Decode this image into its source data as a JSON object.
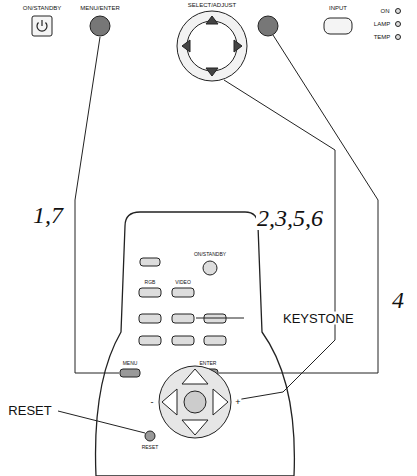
{
  "diagram": {
    "labels": [
      "ON/STANDBY",
      "MENU/ENTER",
      "SELECT/ADJUST",
      "INPUT",
      "ON",
      "LAMP",
      "TEMP",
      "1,7",
      "2,3,5,6",
      "4",
      "KEYSTONE",
      "RESET",
      "ON/STANDBY",
      "RGB",
      "VIDEO",
      "MENU",
      "ENTER",
      "-",
      "+",
      "RESET"
    ]
  }
}
